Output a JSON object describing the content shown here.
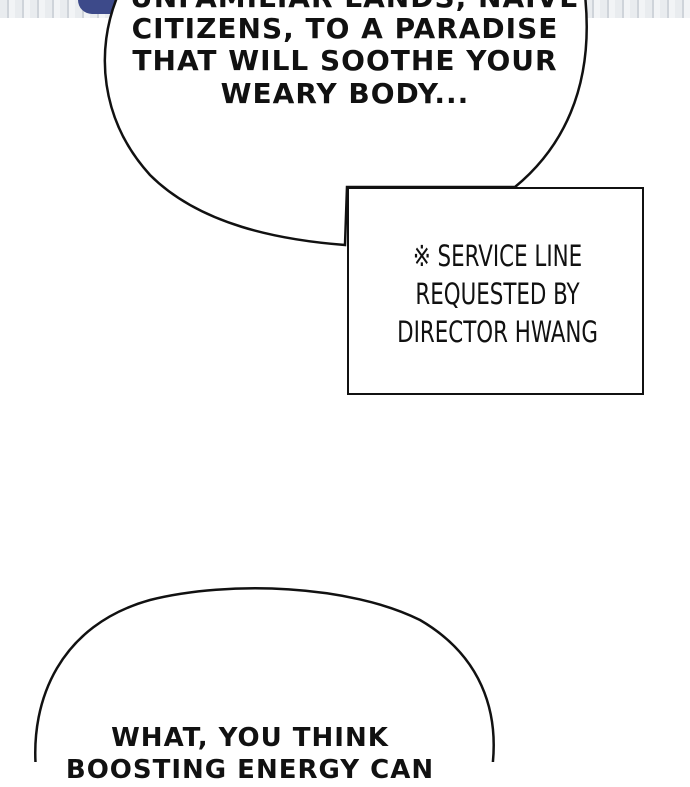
{
  "panel": {
    "speech_bubble_top": {
      "lines": [
        "UNFAMILIAR LANDS, NAIVE",
        "CITIZENS, TO A PARADISE",
        "THAT WILL SOOTHE YOUR",
        "WEARY BODY..."
      ]
    },
    "note_box": {
      "lines": [
        "※ SERVICE LINE",
        "REQUESTED BY",
        "DIRECTOR HWANG"
      ]
    },
    "speech_bubble_bottom": {
      "lines": [
        "WHAT, YOU THINK",
        "BOOSTING ENERGY CAN"
      ]
    }
  }
}
